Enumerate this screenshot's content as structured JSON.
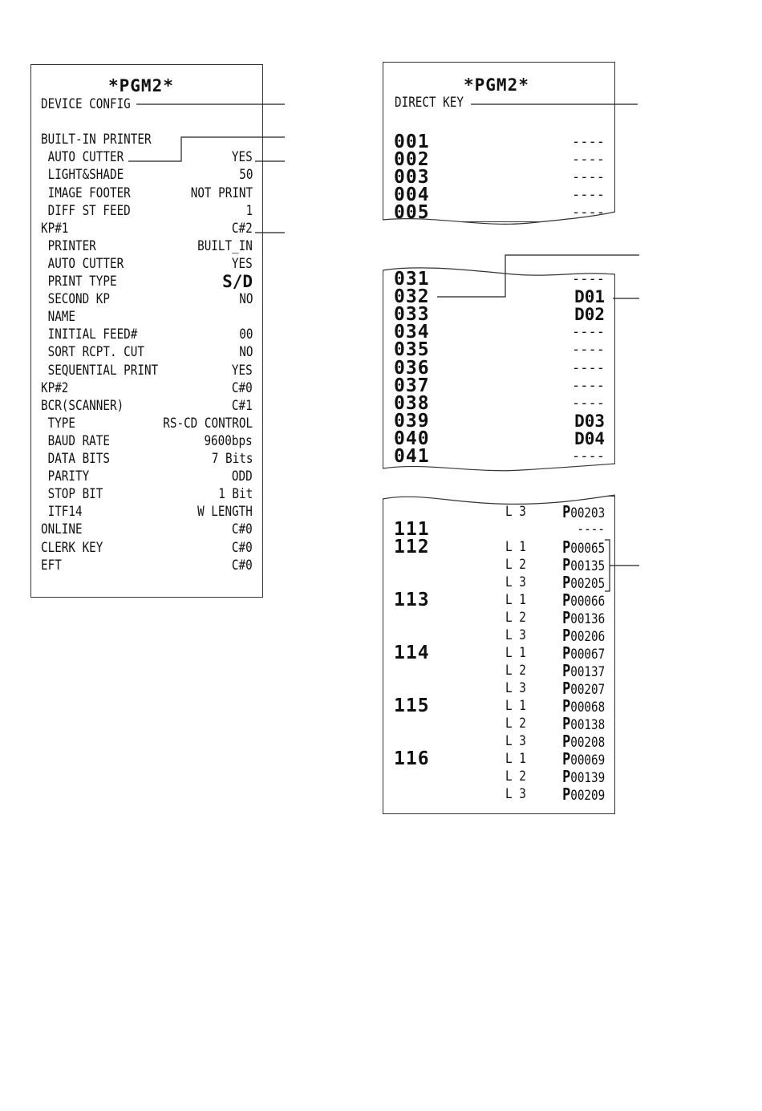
{
  "receipt_device": {
    "title": "*PGM2*",
    "rows": [
      {
        "label": "DEVICE CONFIG",
        "value": ""
      },
      {
        "label": "",
        "value": ""
      },
      {
        "label": "BUILT-IN PRINTER",
        "value": ""
      },
      {
        "label": " AUTO CUTTER",
        "value": "YES"
      },
      {
        "label": " LIGHT&SHADE",
        "value": "50"
      },
      {
        "label": " IMAGE FOOTER",
        "value": "NOT PRINT"
      },
      {
        "label": " DIFF ST FEED",
        "value": "1"
      },
      {
        "label": "KP#1",
        "value": "C#2"
      },
      {
        "label": " PRINTER",
        "value": "BUILT_IN"
      },
      {
        "label": " AUTO CUTTER",
        "value": "YES"
      },
      {
        "label": " PRINT TYPE",
        "value": "S/D"
      },
      {
        "label": " SECOND KP",
        "value": "NO"
      },
      {
        "label": " NAME",
        "value": ""
      },
      {
        "label": " INITIAL FEED#",
        "value": "00"
      },
      {
        "label": " SORT RCPT. CUT",
        "value": "NO"
      },
      {
        "label": " SEQUENTIAL PRINT",
        "value": "YES"
      },
      {
        "label": "KP#2",
        "value": "C#0"
      },
      {
        "label": "BCR(SCANNER)",
        "value": "C#1"
      },
      {
        "label": " TYPE",
        "value": "RS-CD CONTROL"
      },
      {
        "label": " BAUD RATE",
        "value": "9600bps"
      },
      {
        "label": " DATA BITS",
        "value": "7 Bits"
      },
      {
        "label": " PARITY",
        "value": "ODD"
      },
      {
        "label": " STOP BIT",
        "value": "1 Bit"
      },
      {
        "label": " ITF14",
        "value": "W LENGTH"
      },
      {
        "label": "ONLINE",
        "value": "C#0"
      },
      {
        "label": "CLERK KEY",
        "value": "C#0"
      },
      {
        "label": "EFT",
        "value": "C#0"
      }
    ]
  },
  "receipt_direct_top": {
    "title": "*PGM2*",
    "subtitle": "DIRECT KEY",
    "rows": [
      {
        "key": "001",
        "value": "----"
      },
      {
        "key": "002",
        "value": "----"
      },
      {
        "key": "003",
        "value": "----"
      },
      {
        "key": "004",
        "value": "----"
      },
      {
        "key": "005",
        "value": "----"
      }
    ]
  },
  "receipt_direct_mid": {
    "rows": [
      {
        "key": "031",
        "value": "----"
      },
      {
        "key": "032",
        "value": "D01"
      },
      {
        "key": "033",
        "value": "D02"
      },
      {
        "key": "034",
        "value": "----"
      },
      {
        "key": "035",
        "value": "----"
      },
      {
        "key": "036",
        "value": "----"
      },
      {
        "key": "037",
        "value": "----"
      },
      {
        "key": "038",
        "value": "----"
      },
      {
        "key": "039",
        "value": "D03"
      },
      {
        "key": "040",
        "value": "D04"
      },
      {
        "key": "041",
        "value": "----"
      }
    ]
  },
  "receipt_plu": {
    "lines": [
      {
        "key": "",
        "level": "L 3",
        "prefix": "P",
        "code": "00203"
      },
      {
        "key": "111",
        "level": "",
        "prefix": "",
        "code": "----"
      },
      {
        "key": "112",
        "level": "L 1",
        "prefix": "P",
        "code": "00065"
      },
      {
        "key": "",
        "level": "L 2",
        "prefix": "P",
        "code": "00135"
      },
      {
        "key": "",
        "level": "L 3",
        "prefix": "P",
        "code": "00205"
      },
      {
        "key": "113",
        "level": "L 1",
        "prefix": "P",
        "code": "00066"
      },
      {
        "key": "",
        "level": "L 2",
        "prefix": "P",
        "code": "00136"
      },
      {
        "key": "",
        "level": "L 3",
        "prefix": "P",
        "code": "00206"
      },
      {
        "key": "114",
        "level": "L 1",
        "prefix": "P",
        "code": "00067"
      },
      {
        "key": "",
        "level": "L 2",
        "prefix": "P",
        "code": "00137"
      },
      {
        "key": "",
        "level": "L 3",
        "prefix": "P",
        "code": "00207"
      },
      {
        "key": "115",
        "level": "L 1",
        "prefix": "P",
        "code": "00068"
      },
      {
        "key": "",
        "level": "L 2",
        "prefix": "P",
        "code": "00138"
      },
      {
        "key": "",
        "level": "L 3",
        "prefix": "P",
        "code": "00208"
      },
      {
        "key": "116",
        "level": "L 1",
        "prefix": "P",
        "code": "00069"
      },
      {
        "key": "",
        "level": "L 2",
        "prefix": "P",
        "code": "00139"
      },
      {
        "key": "",
        "level": "L 3",
        "prefix": "P",
        "code": "00209"
      }
    ]
  }
}
